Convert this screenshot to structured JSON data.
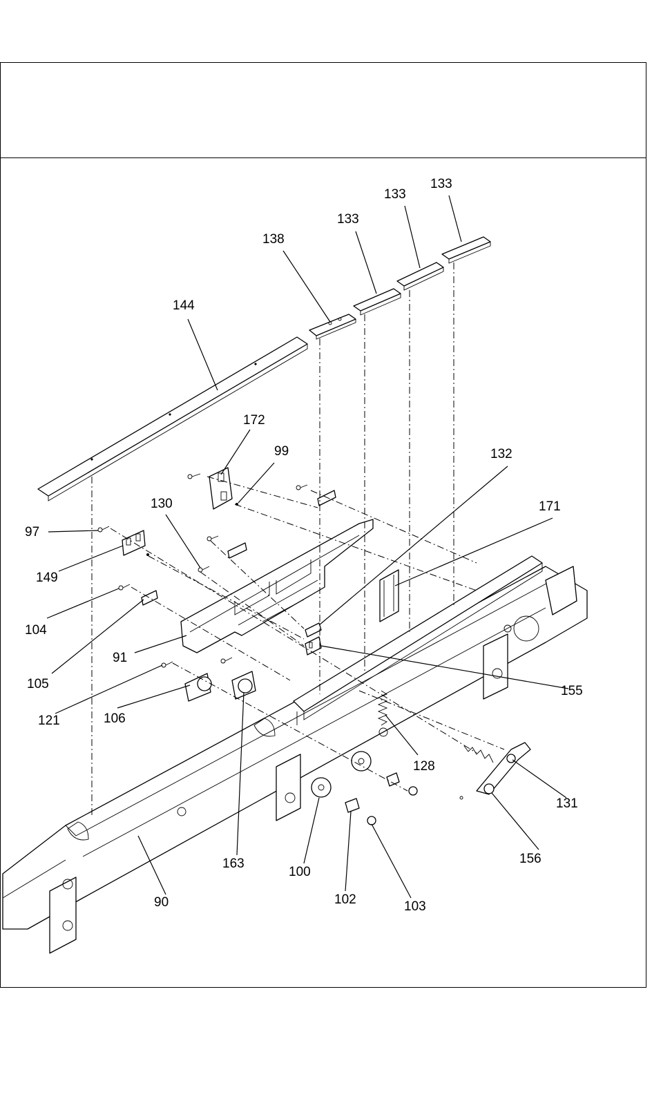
{
  "diagram": {
    "header_text": "",
    "callouts": [
      {
        "id": "c133a",
        "label": "133"
      },
      {
        "id": "c133b",
        "label": "133"
      },
      {
        "id": "c133c",
        "label": "133"
      },
      {
        "id": "c138",
        "label": "138"
      },
      {
        "id": "c144",
        "label": "144"
      },
      {
        "id": "c172",
        "label": "172"
      },
      {
        "id": "c99",
        "label": "99"
      },
      {
        "id": "c132",
        "label": "132"
      },
      {
        "id": "c130",
        "label": "130"
      },
      {
        "id": "c171",
        "label": "171"
      },
      {
        "id": "c97",
        "label": "97"
      },
      {
        "id": "c149",
        "label": "149"
      },
      {
        "id": "c104",
        "label": "104"
      },
      {
        "id": "c91",
        "label": "91"
      },
      {
        "id": "c155",
        "label": "155"
      },
      {
        "id": "c105",
        "label": "105"
      },
      {
        "id": "c121",
        "label": "121"
      },
      {
        "id": "c106",
        "label": "106"
      },
      {
        "id": "c128",
        "label": "128"
      },
      {
        "id": "c131",
        "label": "131"
      },
      {
        "id": "c156",
        "label": "156"
      },
      {
        "id": "c163",
        "label": "163"
      },
      {
        "id": "c100",
        "label": "100"
      },
      {
        "id": "c102",
        "label": "102"
      },
      {
        "id": "c103",
        "label": "103"
      },
      {
        "id": "c90",
        "label": "90"
      }
    ]
  }
}
